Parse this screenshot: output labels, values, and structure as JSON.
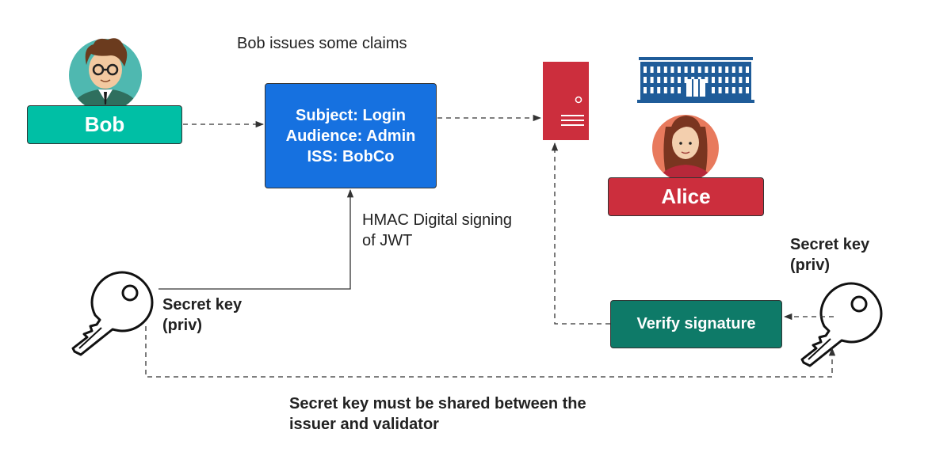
{
  "labels": {
    "bob_issues": "Bob issues some claims",
    "hmac_line1": "HMAC Digital signing",
    "hmac_line2": "of JWT",
    "secret_key_left_line1": "Secret key",
    "secret_key_left_line2": "(priv)",
    "secret_key_right_line1": "Secret key",
    "secret_key_right_line2": "(priv)",
    "shared_line1": "Secret key must be shared between the",
    "shared_line2": "issuer and validator"
  },
  "nodes": {
    "bob": "Bob",
    "alice": "Alice",
    "verify": "Verify signature",
    "claims": {
      "subject": "Subject: Login",
      "audience": "Audience: Admin",
      "iss": "ISS: BobCo"
    }
  },
  "colors": {
    "bob": "#00bfa5",
    "claims": "#1671e0",
    "server": "#cc2e3d",
    "alice": "#cc2e3d",
    "verify": "#0e7a68",
    "building": "#1f5c99",
    "connector": "#333333"
  },
  "icons": {
    "bob_avatar": "man-avatar-icon",
    "alice_avatar": "woman-avatar-icon",
    "server": "server-icon",
    "building": "building-icon",
    "key_left": "key-icon",
    "key_right": "key-icon"
  }
}
